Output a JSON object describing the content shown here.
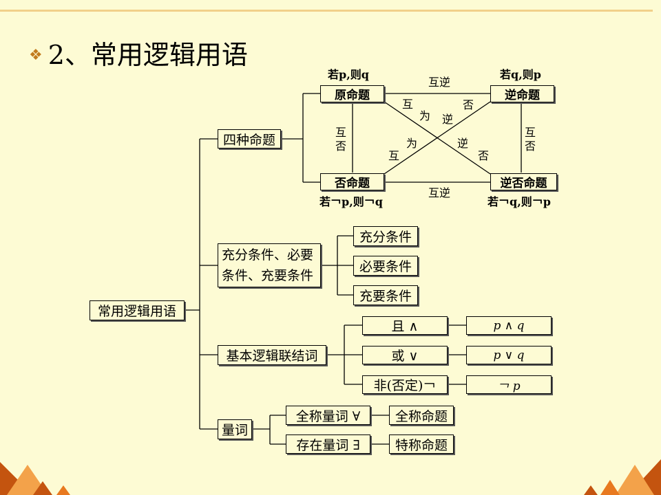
{
  "slide": {
    "title": "2、常用逻辑用语",
    "bullet": "❖"
  },
  "tree": {
    "root": "常用逻辑用语",
    "four": {
      "label": "四种命题",
      "original": "原命题",
      "converse": "逆命题",
      "inverse": "否命题",
      "contrapositive": "逆否命题",
      "original_form": "若p,则q",
      "converse_form": "若q,则p",
      "inverse_form": "若￢p,则￢q",
      "contrapositive_form": "若￢q,则￢p",
      "mutual_converse": "互逆",
      "mutual_negation_1": "互",
      "mutual_negation_2": "否",
      "diag_hu": "互",
      "diag_wei": "为",
      "diag_ni": "逆",
      "diag_fou": "否"
    },
    "cond": {
      "label_line1": "充分条件、必要",
      "label_line2": "条件、充要条件",
      "children": [
        "充分条件",
        "必要条件",
        "充要条件"
      ]
    },
    "conn": {
      "label": "基本逻辑联结词",
      "rows": [
        {
          "word": "且 ∧",
          "expr": "p ∧ q"
        },
        {
          "word": "或 ∨",
          "expr": "p ∨ q"
        },
        {
          "word": "非(否定)￢",
          "expr": "￢ p"
        }
      ]
    },
    "quant": {
      "label": "量词",
      "rows": [
        {
          "word": "全称量词 ∀",
          "prop": "全称命题"
        },
        {
          "word": "存在量词 ∃",
          "prop": "特称命题"
        }
      ]
    }
  },
  "colors": {
    "background": "#fdfbd4",
    "accent": "#c27b1e",
    "corner_dark": "#c4540f",
    "corner_light": "#f3a24a"
  }
}
